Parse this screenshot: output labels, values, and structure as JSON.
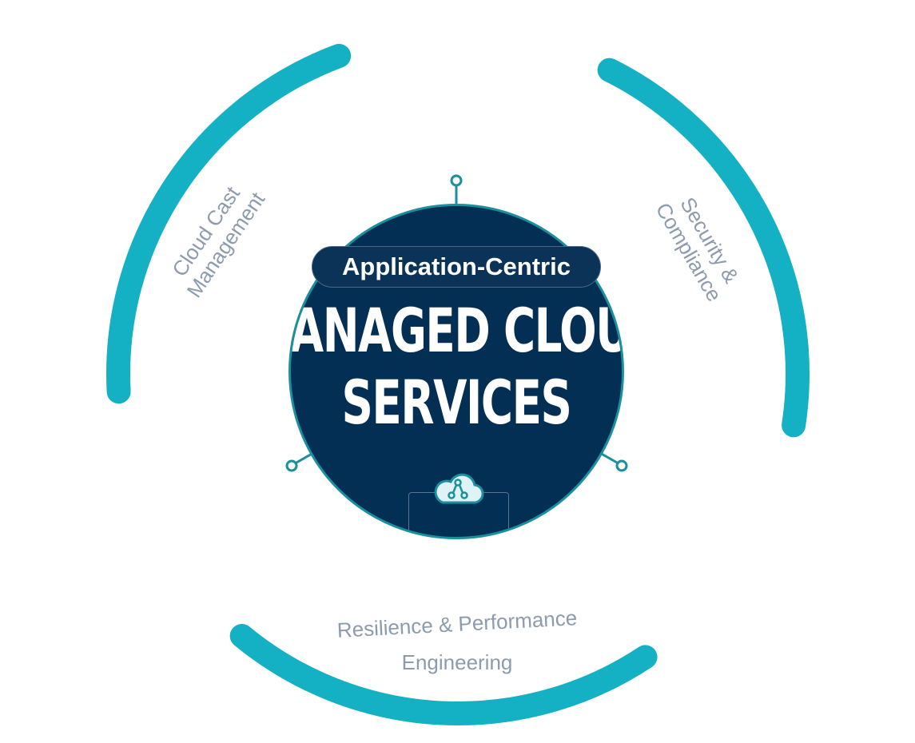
{
  "center": {
    "badge": "Application-Centric",
    "title_line1": "MANAGED CLOUD",
    "title_line2": "SERVICES",
    "icon": "cloud-network-icon"
  },
  "segments": [
    {
      "label_line1": "Cloud Cast",
      "label_line2": "Management"
    },
    {
      "label_line1": "Security &",
      "label_line2": "Compliance"
    },
    {
      "label_line1": "Resilience & Performance",
      "label_line2": "Engineering"
    }
  ],
  "colors": {
    "arc": "#14b1c4",
    "core": "#032f55",
    "label": "#8c9cad",
    "node": "#1a8f9e"
  }
}
